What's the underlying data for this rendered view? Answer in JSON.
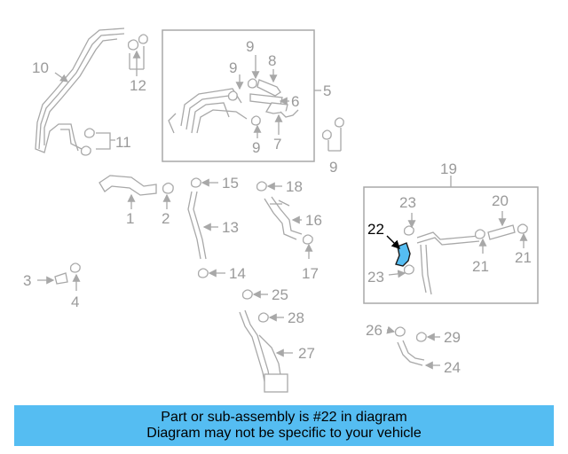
{
  "highlight_color": "#55bdf2",
  "banner": {
    "line1": "Part or sub-assembly is #22 in diagram",
    "line2": "Diagram may not be specific to your vehicle"
  },
  "callouts": {
    "c1": "1",
    "c2": "2",
    "c3": "3",
    "c4": "4",
    "c5": "5",
    "c6": "6",
    "c7": "7",
    "c8": "8",
    "c9a": "9",
    "c9b": "9",
    "c9c": "9",
    "c9d": "9",
    "c10": "10",
    "c11": "11",
    "c12": "12",
    "c13": "13",
    "c14": "14",
    "c15": "15",
    "c16": "16",
    "c17": "17",
    "c18": "18",
    "c19": "19",
    "c20": "20",
    "c21a": "21",
    "c21b": "21",
    "c22": "22",
    "c23a": "23",
    "c23b": "23",
    "c24": "24",
    "c25": "25",
    "c26": "26",
    "c27": "27",
    "c28": "28",
    "c29": "29"
  }
}
